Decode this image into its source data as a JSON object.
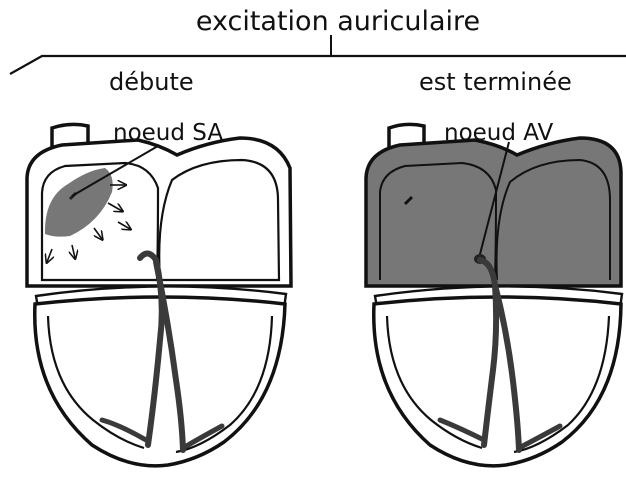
{
  "diagram": {
    "title": "excitation auriculaire",
    "panels": [
      {
        "label": "débute",
        "node_label": "noeud SA"
      },
      {
        "label": "est terminée",
        "node_label": "noeud AV"
      }
    ]
  },
  "colors": {
    "background": "#ffffff",
    "outline": "#111111",
    "excited_tissue": "#777777",
    "conduction_pathway": "#3a3a3a"
  }
}
